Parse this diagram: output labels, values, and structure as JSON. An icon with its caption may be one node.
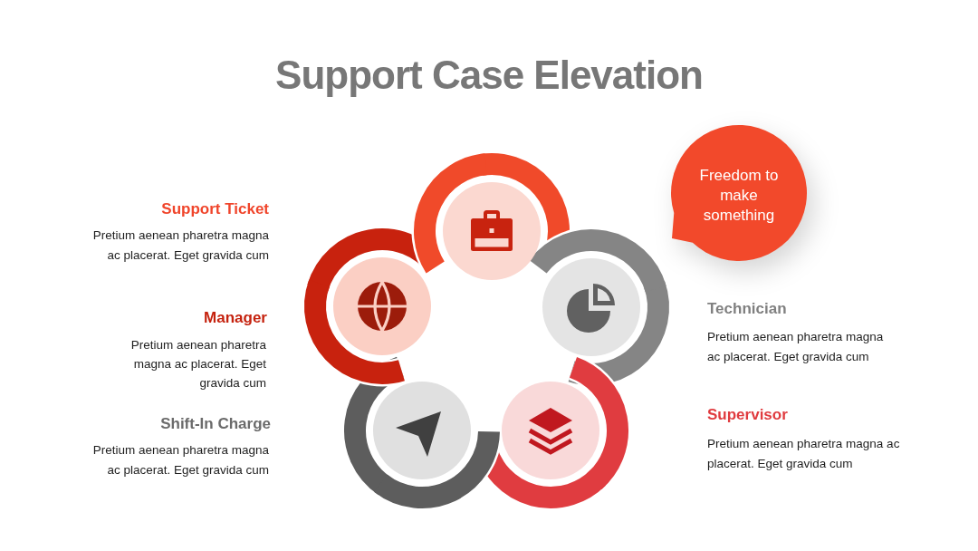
{
  "diagram": {
    "title": "Support Case Elevation",
    "nodes": [
      {
        "text": [],
        "shape": "circle"
      },
      {
        "text": [],
        "shape": "circle"
      },
      {
        "text": [],
        "shape": "circle"
      },
      {
        "text": [],
        "shape": "circle"
      },
      {
        "text": [],
        "shape": "circle"
      },
      {
        "text": [
          "Freedom to make something"
        ]
      }
    ],
    "labels": [
      "Support Ticket",
      "Pretium aenean pharetra magna ac placerat. Eget gravida cum",
      "Manager",
      "Pretium aenean pharetra magna ac placerat. Eget gravida cum",
      "Shift-In Charge",
      "Pretium aenean pharetra magna ac placerat. Eget gravida cum",
      "Technician",
      "Pretium aenean pharetra magna ac placerat. Eget gravida cum",
      "Supervisor",
      "Pretium aenean pharetra magna ac placerat. Eget gravida cum"
    ]
  }
}
